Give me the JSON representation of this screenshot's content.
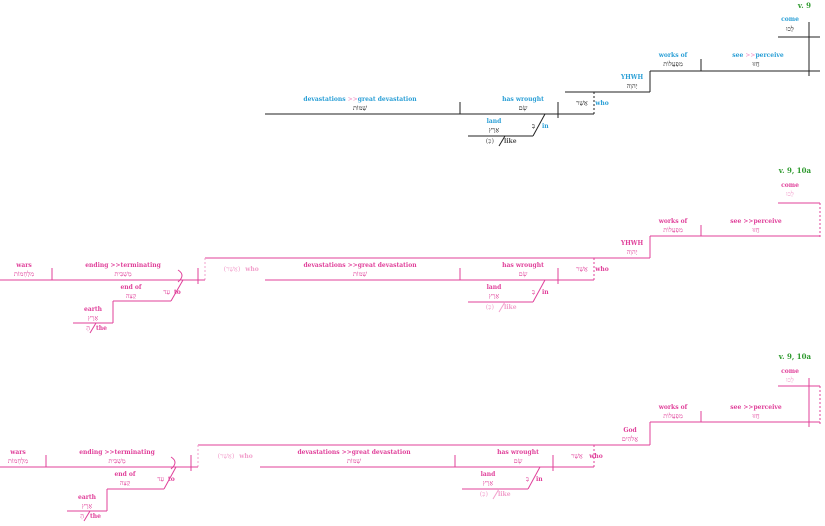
{
  "colors": {
    "blue": "#2a9fd6",
    "pink": "#e0409a",
    "light_pink": "#f2a0cc",
    "green": "#2e9a2e",
    "black": "#222222"
  },
  "d1": {
    "verse": "v. 9",
    "come": "come",
    "come_h": "לְכוּ",
    "see": "see",
    ">>": ">>",
    "perceive": "perceive",
    "see_h": "חֲזוּ",
    "works": "works of",
    "works_h": "מִפְעֲלוֹת",
    "yhwh": "YHWH",
    "yhwh_h": "יְהוָה",
    "who": "who",
    "who_h": "אֲשֶׁר",
    "wrought": "has wrought",
    "wrought_h": "שָׂם",
    "devast_a": "devastations",
    "devast_b": ">>",
    "devast_c": "great devastation",
    "devast_h": "שַׁמּוֹת",
    "land": "land",
    "land_h": "אֶרֶץ",
    "in": "in",
    "in_h": "בְּ",
    "like": "(כְּ)",
    "like_b": "like"
  },
  "d2": {
    "verse": "v. 9, 10a",
    "come": "come",
    "come_h": "לְכוּ",
    "see": "see >>perceive",
    "see_h": "חֲזוּ",
    "works": "works of",
    "works_h": "מִפְעֲלוֹת",
    "yhwh": "YHWH",
    "yhwh_h": "יְהוָה",
    "who": "who",
    "who_h": "אֲשֶׁר",
    "wrought": "has wrought",
    "wrought_h": "שָׂם",
    "devast": "devastations >>great devastation",
    "devast_h": "שַׁמּוֹת",
    "land": "land",
    "land_h": "אֶרֶץ",
    "in": "in",
    "in_h": "בְּ",
    "like": "(כְּ)",
    "like_b": "like",
    "who2": "who",
    "who2_h": "(אֲשֶׁר)",
    "ending": "ending >>terminating",
    "ending_h": "מַשְׁבִּית",
    "wars": "wars",
    "wars_h": "מִלְחָמוֹת",
    "endof": "end of",
    "endof_h": "קְצֵה",
    "to": "to",
    "to_h": "עַד",
    "earth": "earth",
    "earth_h": "אָרֶץ",
    "the": "the",
    "the_h": "הָ"
  },
  "d3": {
    "verse": "v. 9, 10a",
    "come": "come",
    "come_h": "לְכוּ",
    "see": "see >>perceive",
    "see_h": "חֲזוּ",
    "works": "works of",
    "works_h": "מִפְעֲלוֹת",
    "god": "God",
    "god_h": "אֱלֹהִים",
    "who": "who",
    "who_h": "אֲשֶׁר",
    "wrought": "has wrought",
    "wrought_h": "שָׂם",
    "devast": "devastations >>great devastation",
    "devast_h": "שַׁמּוֹת",
    "land": "land",
    "land_h": "אֶרֶץ",
    "in": "in",
    "in_h": "בְּ",
    "like": "(כְּ)",
    "like_b": "like",
    "who2": "who",
    "who2_h": "(אֲשֶׁר)",
    "ending": "ending >>terminating",
    "ending_h": "מַשְׁבִּית",
    "wars": "wars",
    "wars_h": "מִלְחָמוֹת",
    "endof": "end of",
    "endof_h": "קְצֵה",
    "to": "to",
    "to_h": "עַד",
    "earth": "earth",
    "earth_h": "אָרֶץ",
    "the": "the",
    "the_h": "הָ"
  }
}
